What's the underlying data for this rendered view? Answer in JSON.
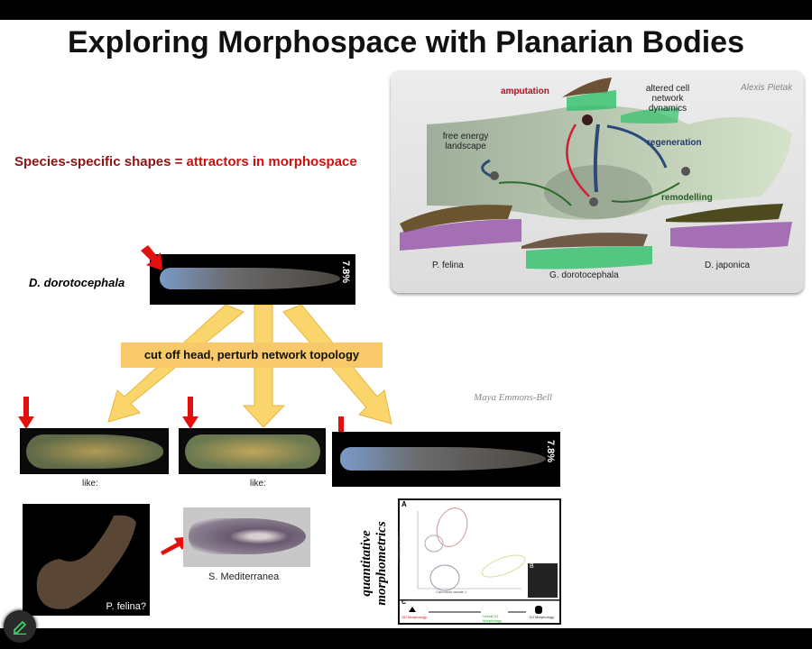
{
  "slide": {
    "title": "Exploring Morphospace with Planarian Bodies",
    "subtitle_part1": "Species-specific shapes = ",
    "subtitle_part2": "attractors in morphospace",
    "figure": {
      "credit": "Alexis Pietak",
      "amputation": "amputation",
      "altered": "altered cell network dynamics",
      "landscape": "free energy landscape",
      "regeneration": "regeneration",
      "remodelling": "remodelling",
      "species": [
        "P. felina",
        "G. dorotocephala",
        "D. japonica"
      ]
    },
    "species_label": "D. dorotocephala",
    "scale_label": "7.8%",
    "banner": "cut off head, perturb network topology",
    "like_labels": [
      "like:",
      "like:"
    ],
    "credit2": "Maya Emmons-Bell",
    "pfelina": "P. felina?",
    "smed": "S. Mediterranea",
    "quant": "quantitative morphometrics",
    "chart": {
      "panels": [
        "A",
        "B",
        "C"
      ],
      "xlabel": "Canonical variate 1",
      "ylabel": "Canonical variate 2",
      "gd": "GD Morphology",
      "virtual": "Virtual DJ Morphology",
      "dj": "DJ Morphology"
    }
  },
  "colors": {
    "accent_red": "#d01010",
    "dark_red": "#8b1414",
    "banner": "#f7c96a",
    "arrow_yellow": "#f9d56b"
  },
  "tools": {
    "pen_icon": "pen-icon"
  }
}
